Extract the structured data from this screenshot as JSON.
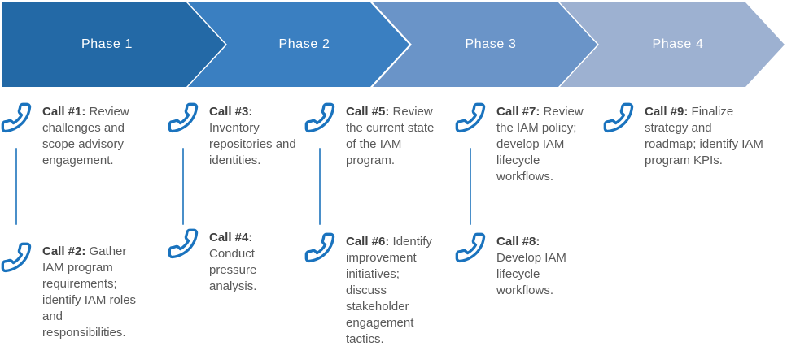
{
  "banner": {
    "phases": [
      {
        "label": "Phase 1",
        "color": "#2369A6"
      },
      {
        "label": "Phase 2",
        "color": "#3A7FC1"
      },
      {
        "label": "Phase 3",
        "color": "#6A94C8"
      },
      {
        "label": "Phase 4",
        "color": "#9DB1D1"
      }
    ]
  },
  "columns": [
    {
      "calls": [
        {
          "label": "Call #1:",
          "text": "Review challenges and scope advisory engagement."
        },
        {
          "label": "Call #2:",
          "text": "Gather IAM program requirements; identify IAM roles and responsibilities."
        }
      ]
    },
    {
      "calls": [
        {
          "label": "Call #3:",
          "text": "Inventory repositories and identities."
        },
        {
          "label": "Call #4:",
          "text": "Conduct pressure analysis."
        }
      ]
    },
    {
      "calls": [
        {
          "label": "Call #5:",
          "text": "Review the current state of the IAM program."
        },
        {
          "label": "Call #6:",
          "text": "Identify improvement initiatives; discuss stakeholder engagement tactics."
        }
      ]
    },
    {
      "calls": [
        {
          "label": "Call #7:",
          "text": "Review the IAM policy; develop IAM lifecycle workflows."
        },
        {
          "label": "Call #8:",
          "text": "Develop IAM lifecycle workflows."
        }
      ]
    },
    {
      "calls": [
        {
          "label": "Call #9:",
          "text": "Finalize strategy and roadmap; identify IAM program KPIs."
        }
      ]
    }
  ],
  "colors": {
    "phone_icon": "#1A73BE",
    "connector": "#4A8FC9",
    "label_text": "#404040",
    "body_text": "#595959"
  }
}
